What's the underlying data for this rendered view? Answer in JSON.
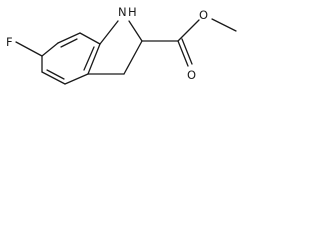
{
  "structure": {
    "atoms": {
      "fluorine": "F",
      "amine_n": "N",
      "amine_h": "H",
      "ester_o_single": "O",
      "ester_o_double": "O"
    }
  }
}
